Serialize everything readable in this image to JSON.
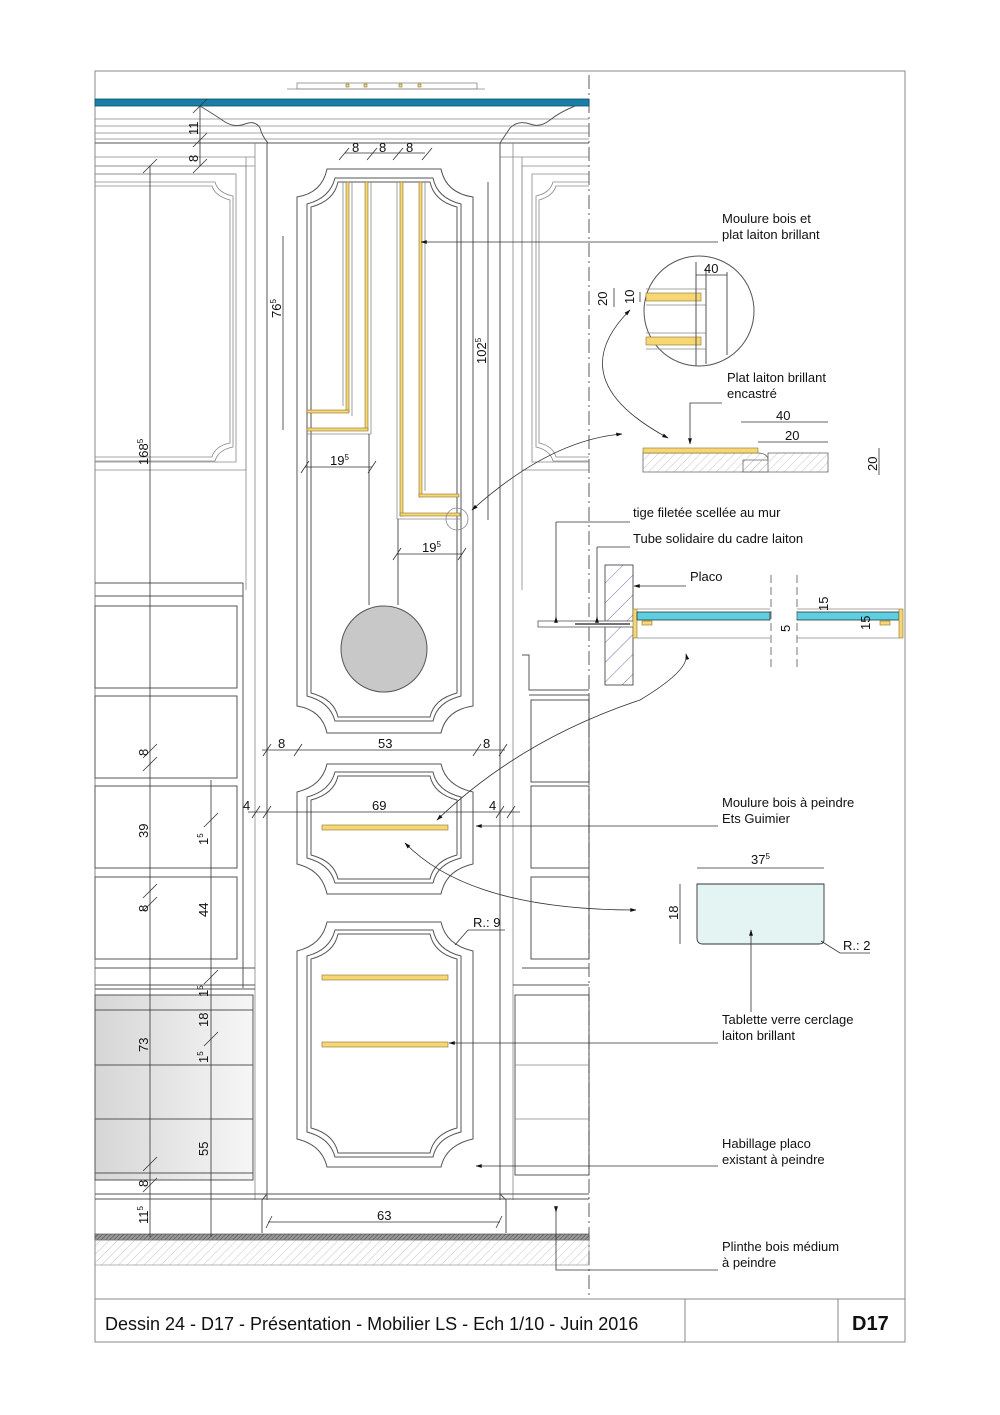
{
  "title_block": {
    "title": "Dessin 24 - D17 - Présentation - Mobilier LS - Ech 1/10 - Juin 2016",
    "code": "D17"
  },
  "colors": {
    "ceiling_band": "#1a7fa6",
    "brass": "#f7d774",
    "glass_section": "#5ccfe0",
    "glass_shelf": "#e3f4f3",
    "bead": "#c8c8c8",
    "cabinet_fill": "#e2e2e2"
  },
  "annotations": {
    "moulure_bois_plat": [
      "Moulure bois et",
      "plat laiton brillant"
    ],
    "plat_laiton_encastre": [
      "Plat laiton brillant",
      "encastré"
    ],
    "tige_filetee": "tige filetée scellée au mur",
    "tube_solidaire": "Tube solidaire du cadre laiton",
    "placo": "Placo",
    "moulure_peindre": [
      "Moulure bois à peindre",
      "Ets Guimier"
    ],
    "tablette_verre": [
      "Tablette verre cerclage",
      "laiton brillant"
    ],
    "habillage_placo": [
      "Habillage placo",
      "existant à peindre"
    ],
    "plinthe": [
      "Plinthe bois médium",
      " à peindre"
    ]
  },
  "dimensions": {
    "cornice_11": "11",
    "cornice_8": "8",
    "top_8a": "8",
    "top_8b": "8",
    "top_8c": "8",
    "h_76": "76",
    "h_76_sup": "5",
    "h_102": "102",
    "h_102_sup": "5",
    "h_168": "168",
    "h_168_sup": "5",
    "w_19_left": "19",
    "w_19_left_sup": "5",
    "w_19_right": "19",
    "w_19_right_sup": "5",
    "w_8_left": "8",
    "w_53": "53",
    "w_8_right": "8",
    "w_4_left": "4",
    "w_69": "69",
    "w_4_right": "4",
    "v_8_a": "8",
    "v_39": "39",
    "v_1_a": "1",
    "v_1_a_sup": "5",
    "v_8_b": "8",
    "v_44": "44",
    "r_9": "R.:  9",
    "v_1_b": "1",
    "v_1_b_sup": "5",
    "v_18": "18",
    "v_73": "73",
    "v_1_c": "1",
    "v_1_c_sup": "5",
    "v_55": "55",
    "v_8_c": "8",
    "v_11": "11",
    "v_11_sup": "5",
    "w_63": "63",
    "detail_40": "40",
    "detail_20": "20",
    "detail_10": "10",
    "encastre_40": "40",
    "encastre_20": "20",
    "encastre_h20": "20",
    "section_15_top": "15",
    "section_5": "5",
    "section_15_side": "15",
    "shelf_37": "37",
    "shelf_37_sup": "5",
    "shelf_18": "18",
    "shelf_r2": "R.:  2"
  }
}
